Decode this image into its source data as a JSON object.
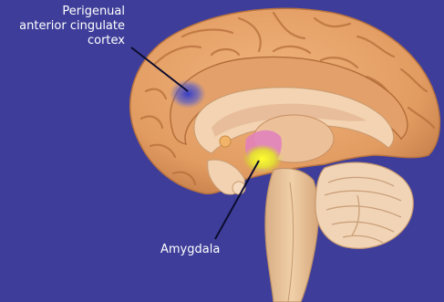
{
  "labels": {
    "pacc_line1": "Perigenual",
    "pacc_line2": "anterior cingulate",
    "pacc_line3": "cortex",
    "amygdala": "Amygdala"
  },
  "colors": {
    "background": "#3e3e9a",
    "brain": "#e8a66c",
    "brain_shadow": "#c27a44",
    "inner_tissue": "#f2d2b0",
    "pacc_highlight": "#3d48c8",
    "amygdala_highlight": "#e9e82a",
    "thalamus_pink": "#e27fc0",
    "leader_line": "#0c0c2e",
    "label_text": "#ffffff"
  }
}
